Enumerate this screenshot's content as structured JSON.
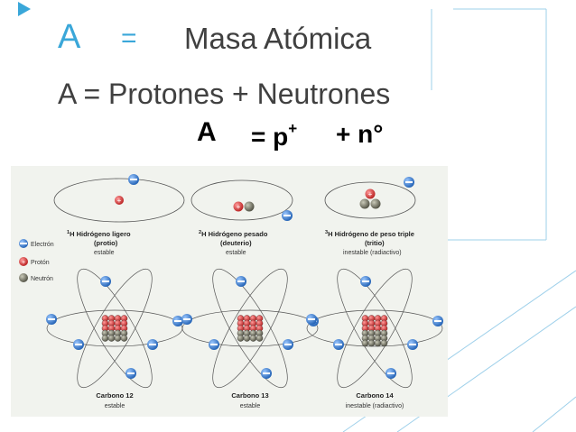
{
  "line1": {
    "a": "A",
    "eq": "=",
    "label": "Masa Atómica"
  },
  "line2": {
    "text": "A =  Protones + Neutrones"
  },
  "line3": {
    "a": "A",
    "p": "= p",
    "p_sup": "+",
    "n": "+ n°"
  },
  "legend": {
    "electron": "Electrón",
    "proton": "Protón",
    "neutron": "Neutrón"
  },
  "atoms": {
    "h1": {
      "sup": "1",
      "name": "H Hidrógeno ligero",
      "alt": "(protio)",
      "status": "estable"
    },
    "h2": {
      "sup": "2",
      "name": "H Hidrógeno pesado",
      "alt": "(deuterio)",
      "status": "estable"
    },
    "h3": {
      "sup": "3",
      "name": "H Hidrógeno de peso triple",
      "alt": "(tritio)",
      "status": "inestable (radiactivo)"
    },
    "c12": {
      "name": "Carbono 12",
      "status": "estable"
    },
    "c13": {
      "name": "Carbono 13",
      "status": "estable"
    },
    "c14": {
      "name": "Carbono 14",
      "status": "inestable (radiactivo)"
    }
  },
  "colors": {
    "accent": "#3aa7d9",
    "electron": "#2b6fc1",
    "proton": "#d83a3a",
    "neutron": "#6a6a5a"
  }
}
